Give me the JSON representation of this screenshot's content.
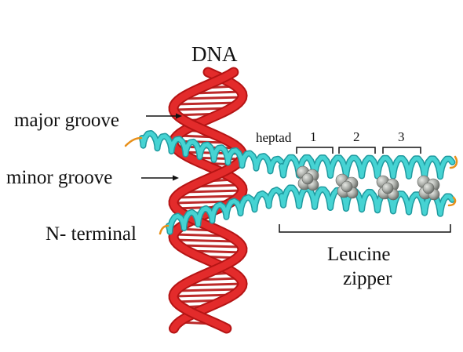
{
  "title": "DNA",
  "labels": {
    "major_groove": "major groove",
    "minor_groove": "minor groove",
    "n_terminal": "N- terminal",
    "heptad": "heptad",
    "heptad_numbers": [
      "1",
      "2",
      "3"
    ],
    "leucine_zipper_line1": "Leucine",
    "leucine_zipper_line2": "zipper"
  },
  "colors": {
    "dna_helix": "#e32b2b",
    "dna_helix_dark": "#b51414",
    "protein_helix": "#46d3d3",
    "protein_helix_dark": "#1f9a9f",
    "loop": "#e8901a",
    "leucine_spheres": "#a8aba6",
    "text": "#111111"
  },
  "icons": [
    "arrow-right-icon"
  ]
}
